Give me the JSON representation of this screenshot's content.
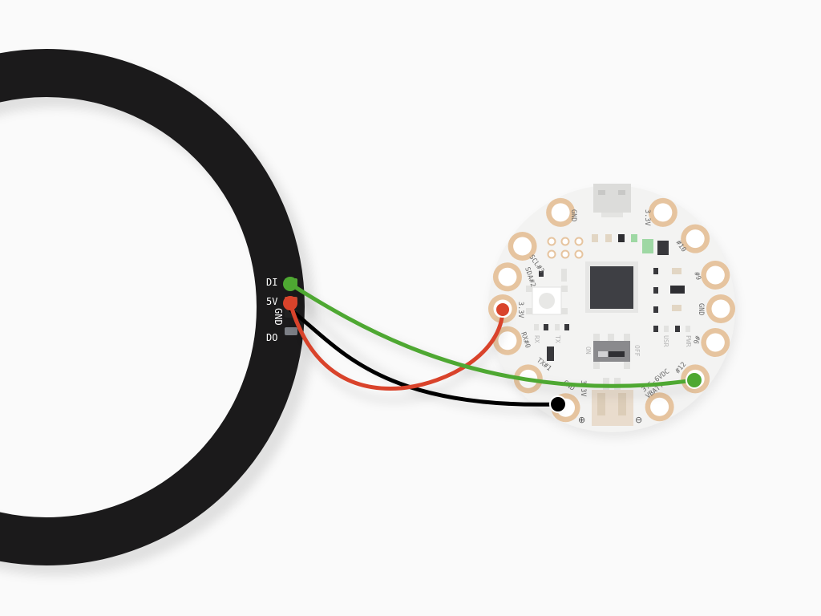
{
  "ring": {
    "pins": [
      "DI",
      "5V",
      "GND",
      "DO"
    ]
  },
  "board": {
    "pads": {
      "gnd_top": "GND",
      "v33_top": "3.3V",
      "scl": "SCL#3",
      "d10": "#10",
      "sda": "SDA#2",
      "d9": "#9",
      "v33_left": "3.3V",
      "gnd_right": "GND",
      "rx": "RX#0",
      "d6": "#6",
      "tx": "TX#1",
      "d12": "#12",
      "gnd_bottom": "GND",
      "v33_bottom": "3.3V",
      "vbatt": "VBATT",
      "v35": "3.5-6VDC"
    },
    "silk": {
      "rx": "RX",
      "tx": "TX",
      "on": "ON",
      "off": "OFF",
      "usr": "USR",
      "pwr": "PWR",
      "plus": "⊕",
      "minus": "⊖"
    }
  },
  "colors": {
    "ring": "#1b1a1b",
    "wire_data": "#4ea832",
    "wire_power": "#d9432b",
    "wire_ground": "#000000",
    "pad_gold": "#e6c49f",
    "board": "#f3f3f2"
  }
}
